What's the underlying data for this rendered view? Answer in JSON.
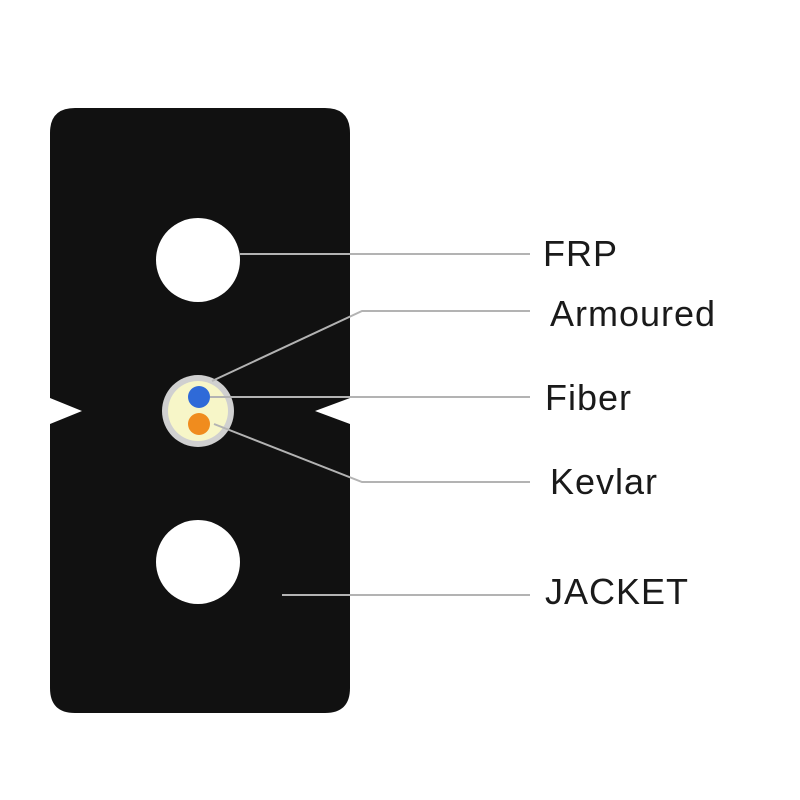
{
  "labels": {
    "frp": "FRP",
    "armoured": "Armoured",
    "fiber": "Fiber",
    "kevlar": "Kevlar",
    "jacket": "JACKET"
  },
  "colors": {
    "jacket": "#111111",
    "frp": "#ffffff",
    "armour_ring": "#d0d0d0",
    "kevlar_fill": "#f7f6c8",
    "fiber_blue": "#2f6ad8",
    "fiber_orange": "#f08c1e",
    "leader_line": "#b3b3b3",
    "label_text": "#1a1a1a"
  }
}
